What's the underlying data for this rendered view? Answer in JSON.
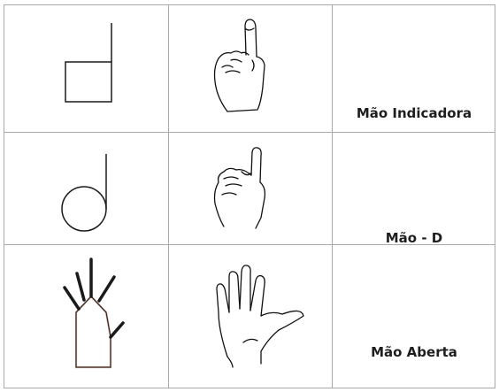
{
  "rows": [
    {
      "symbol": "closed-hand-index-symbol",
      "illustration": "index-finger-hand",
      "label": "Mão Indicadora"
    },
    {
      "symbol": "hand-d-symbol",
      "illustration": "hand-d-shape",
      "label": "Mão - D"
    },
    {
      "symbol": "open-hand-symbol",
      "illustration": "open-hand",
      "label": "Mão Aberta"
    }
  ],
  "colors": {
    "grid": "#a9a9a9",
    "symbol_stroke": "#1a1a1a",
    "open_hand_outline": "#c9a090"
  }
}
